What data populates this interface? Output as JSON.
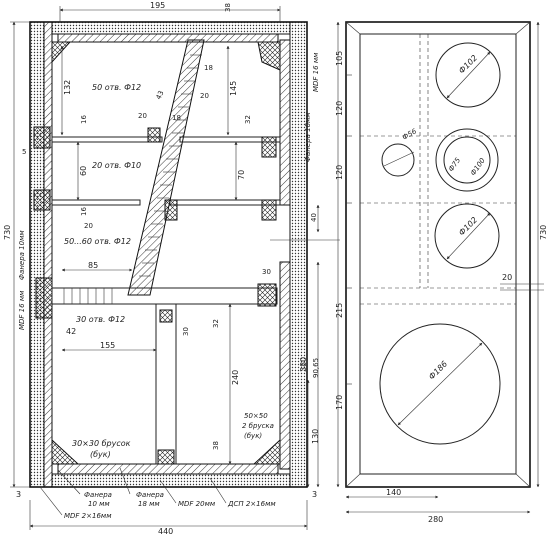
{
  "side_section": {
    "dims": {
      "d195": "195",
      "d38_top": "38",
      "d132": "132",
      "d18_a": "18",
      "d18_b": "18",
      "d20_a": "20",
      "d20_b": "20",
      "d43": "43",
      "d145": "145",
      "d32_a": "32",
      "d16_a": "16",
      "d16_b": "16",
      "d20_c": "20",
      "d60": "60",
      "d70": "70",
      "d5": "5",
      "d85": "85",
      "d30_a": "30",
      "d30_b": "30",
      "d32_b": "32",
      "d42": "42",
      "d155": "155",
      "d240": "240",
      "d380": "380",
      "d90_65": "90,65",
      "d130": "130",
      "d38_bot": "38",
      "d3_left": "3",
      "d3_right": "3",
      "d440": "440",
      "d730": "730",
      "d40": "40"
    },
    "labels": {
      "holes_50": "50 отв. Ф12",
      "holes_20": "20 отв. Ф10",
      "holes_50_60": "50...60 отв. Ф12",
      "holes_30": "30 отв. Ф12",
      "mdf16_right": "МDF 16 мм",
      "plywood10_right": "Фанера 10мм",
      "mdf16_left": "MDF 16 мм",
      "plywood10_left": "Фанера 10мм",
      "bar30": "30×30 брусок",
      "bar30_sub": "(бук)",
      "bar50": "50×50",
      "bar50_sub1": "2 бруска",
      "bar50_sub2": "(бук)",
      "ply10_bot": "Фанера",
      "ply10_bot2": "10 мм",
      "ply18_bot": "Фанера",
      "ply18_bot2": "18 мм",
      "mdf20": "MDF 20мм",
      "dsp": "ДСП 2×16мм",
      "mdf2x16": "MDF 2×16мм"
    }
  },
  "front_view": {
    "dims": {
      "d105": "105",
      "d120_a": "120",
      "d120_b": "120",
      "d215": "215",
      "d170": "170",
      "d730": "730",
      "d20": "20",
      "d140": "140",
      "d280": "280"
    },
    "labels": {
      "hole_102_top": "Ф102",
      "hole_56": "Ф56",
      "hole_75": "Ф75",
      "hole_100": "Ф100",
      "hole_102_mid": "Ф102",
      "hole_186": "Ф186"
    }
  }
}
